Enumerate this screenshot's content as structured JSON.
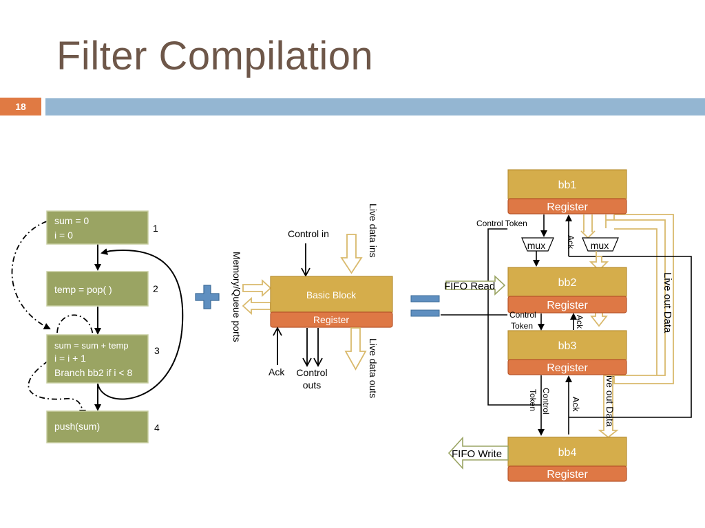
{
  "slide": {
    "title": "Filter Compilation",
    "number": "18"
  },
  "cfg": {
    "blocks": [
      {
        "lines": [
          "sum = 0",
          "i = 0"
        ],
        "index": "1"
      },
      {
        "lines": [
          "temp = pop( )"
        ],
        "index": "2"
      },
      {
        "lines": [
          "sum = sum + temp",
          "i = i + 1",
          "Branch bb2 if i < 8"
        ],
        "index": "3"
      },
      {
        "lines": [
          "push(sum)"
        ],
        "index": "4"
      }
    ]
  },
  "basic_block": {
    "title": "Basic Block",
    "register": "Register",
    "control_in": "Control in",
    "live_data_ins": "Live data ins",
    "memory_ports": "Memory/Queue ports",
    "ack": "Ack",
    "control_outs_1": "Control",
    "control_outs_2": "outs",
    "live_data_outs": "Live data outs"
  },
  "pipeline": {
    "bb1": "bb1",
    "bb2": "bb2",
    "bb3": "bb3",
    "bb4": "bb4",
    "register": "Register",
    "control_token": "Control Token",
    "mux": "mux",
    "ack": "Ack",
    "fifo_read": "FIFO Read",
    "fifo_write": "FIFO Write",
    "control_token_a": "Control",
    "control_token_b": "Token",
    "live_out_data": "Live out Data",
    "live_out_data_clipped": "ive out Data"
  },
  "colors": {
    "cfg_block": "#9aa463",
    "bb_block": "#d5ad4b",
    "register": "#de7845",
    "hollow_arrow": "#d9b96c",
    "plus_equals": "#5f8fc0",
    "title": "#6e5749"
  }
}
